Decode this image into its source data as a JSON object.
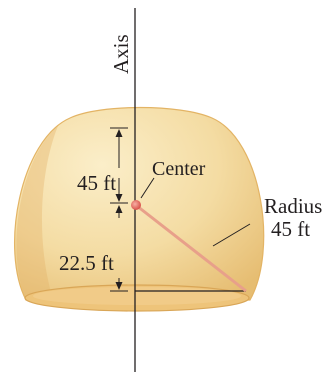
{
  "diagram": {
    "axis_label": "Axis",
    "top_dimension": "45 ft",
    "bottom_dimension": "22.5 ft",
    "center_label": "Center",
    "radius_label_line1": "Radius",
    "radius_label_line2": "45 ft",
    "colors": {
      "dome_fill": "#f3d79a",
      "dome_edge": "#e3b465",
      "dome_shadow": "#dca955",
      "base_ellipse": "#e8bd6c",
      "center_dot": "#e0675a",
      "radius_line": "#e8a08a",
      "ink": "#231f20"
    }
  }
}
